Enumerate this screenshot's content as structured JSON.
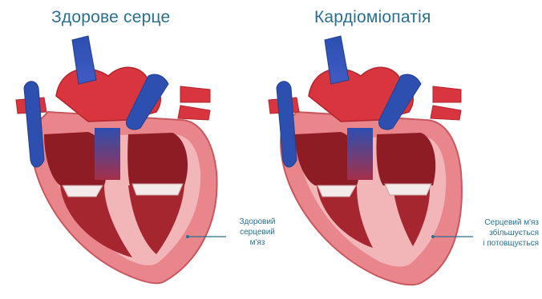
{
  "panels": {
    "left": {
      "title": "Здорове серце",
      "label_lines": [
        "Здоровий",
        "серцевий",
        "м'яз"
      ]
    },
    "right": {
      "title": "Кардіоміопатія",
      "label_lines": [
        "Серцевий м'яз",
        "збільшується",
        "і потовщується"
      ]
    }
  },
  "colors": {
    "title": "#2a6f8f",
    "artery": "#d8353f",
    "vein": "#2d4fb0",
    "muscle": "#e9868c",
    "muscle_light": "#f2b5b8",
    "chamber": "#8e1c24",
    "leader": "#2a6f8f"
  }
}
